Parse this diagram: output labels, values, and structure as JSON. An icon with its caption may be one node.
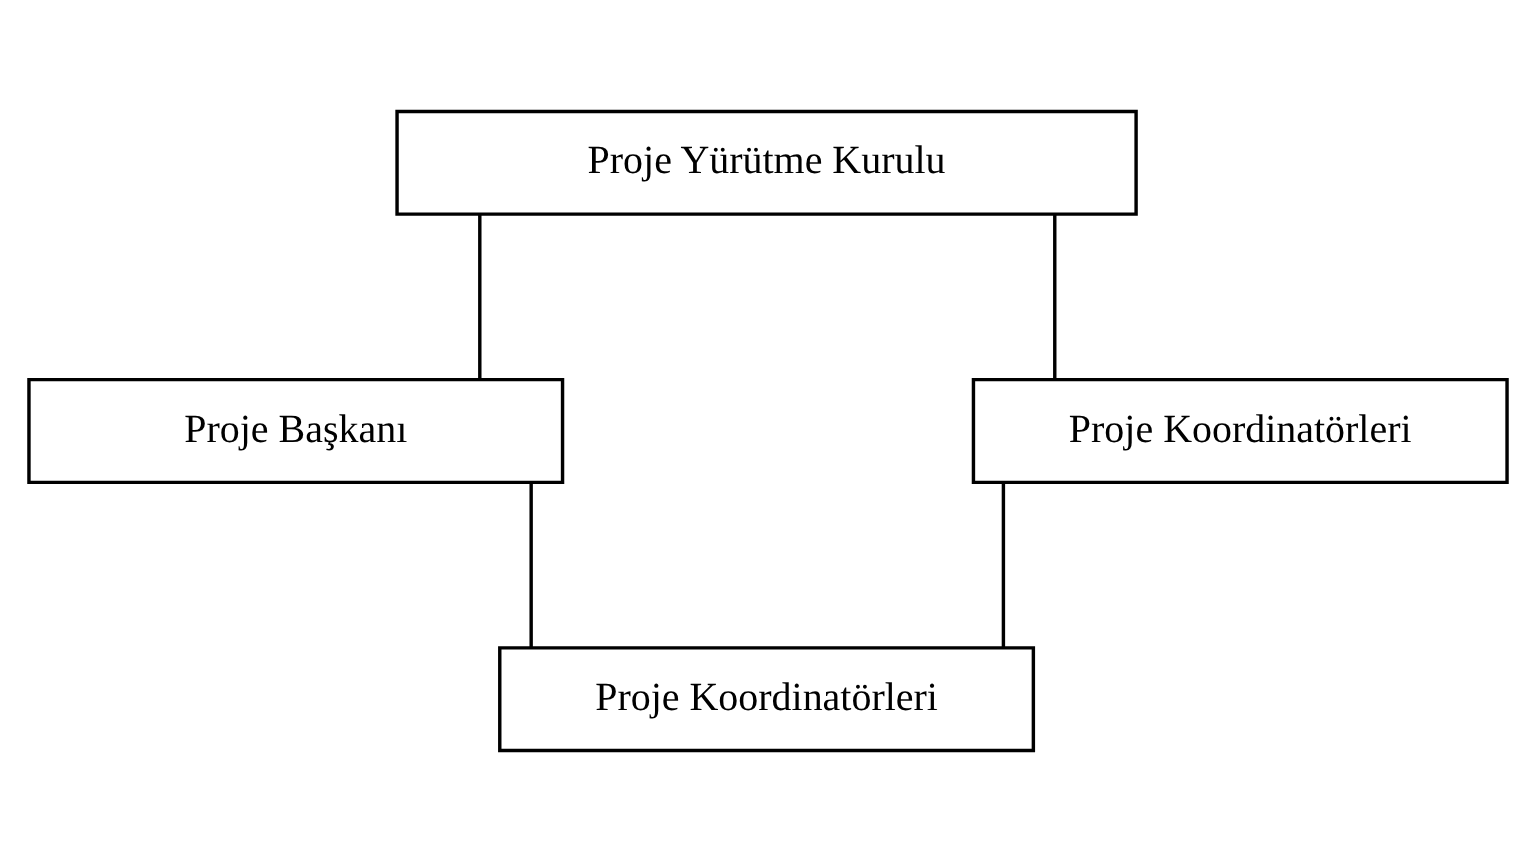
{
  "diagram": {
    "nodes": [
      {
        "text": [
          "Proje Yürütme Kurulu"
        ]
      },
      {
        "text": [
          "Proje Başkanı"
        ]
      },
      {
        "text": [
          "Proje Koordinatörleri"
        ]
      },
      {
        "text": [
          "Proje Koordinatörleri"
        ]
      }
    ],
    "edges": [
      {
        "from": 0,
        "to": 1,
        "arrow": "none"
      },
      {
        "from": 0,
        "to": 2,
        "arrow": "none"
      },
      {
        "from": 1,
        "to": 3,
        "arrow": "none"
      },
      {
        "from": 2,
        "to": 3,
        "arrow": "none"
      }
    ]
  }
}
